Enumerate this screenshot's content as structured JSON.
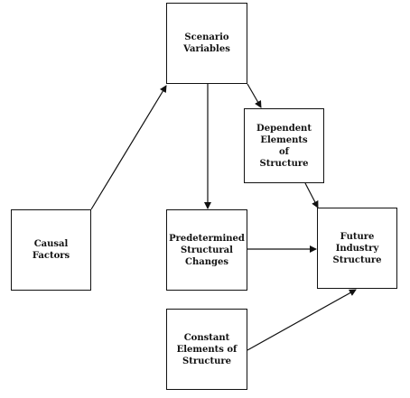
{
  "diagram": {
    "nodes": {
      "scenario_variables": "Scenario\nVariables",
      "dependent_elements": "Dependent\nElements\nof\nStructure",
      "causal_factors": "Causal\nFactors",
      "predetermined_changes": "Predetermined\nStructural\nChanges",
      "future_industry_structure": "Future\nIndustry\nStructure",
      "constant_elements": "Constant\nElements of\nStructure"
    },
    "edges": [
      {
        "from": "causal_factors",
        "to": "scenario_variables"
      },
      {
        "from": "scenario_variables",
        "to": "predetermined_changes"
      },
      {
        "from": "scenario_variables",
        "to": "dependent_elements"
      },
      {
        "from": "dependent_elements",
        "to": "future_industry_structure"
      },
      {
        "from": "predetermined_changes",
        "to": "future_industry_structure"
      },
      {
        "from": "constant_elements",
        "to": "future_industry_structure"
      }
    ],
    "colors": {
      "stroke": "#111111",
      "background": "#ffffff"
    }
  }
}
